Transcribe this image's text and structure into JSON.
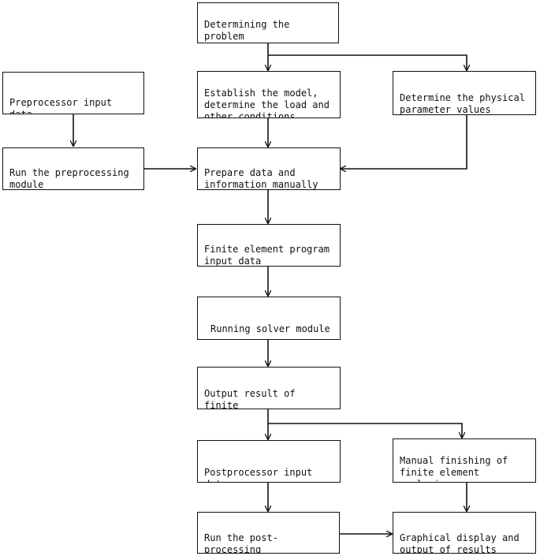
{
  "boxes": {
    "problem_properties": "Determining the problem\n properties",
    "establish_model": "Establish the model,\ndetermine the load and\nother conditions",
    "physical_parameters": "Determine the physical\nparameter values",
    "preprocessor_input": "Preprocessor input data",
    "run_preprocessing": "Run the preprocessing\n module",
    "prepare_data": "Prepare data and\ninformation manually",
    "fe_program_input": "Finite element program\n input data",
    "running_solver": "Running solver module",
    "output_result": "Output result of finite\nelement analysis",
    "postprocessor_input": "Postprocessor input data",
    "manual_finishing": "Manual finishing of\nfinite element analysis\nresults",
    "run_postprocessing": "Run the post-processing\nmodule",
    "graphical_display": "Graphical display and\noutput of results"
  },
  "colors": {
    "line": "#111111",
    "background": "#ffffff"
  }
}
